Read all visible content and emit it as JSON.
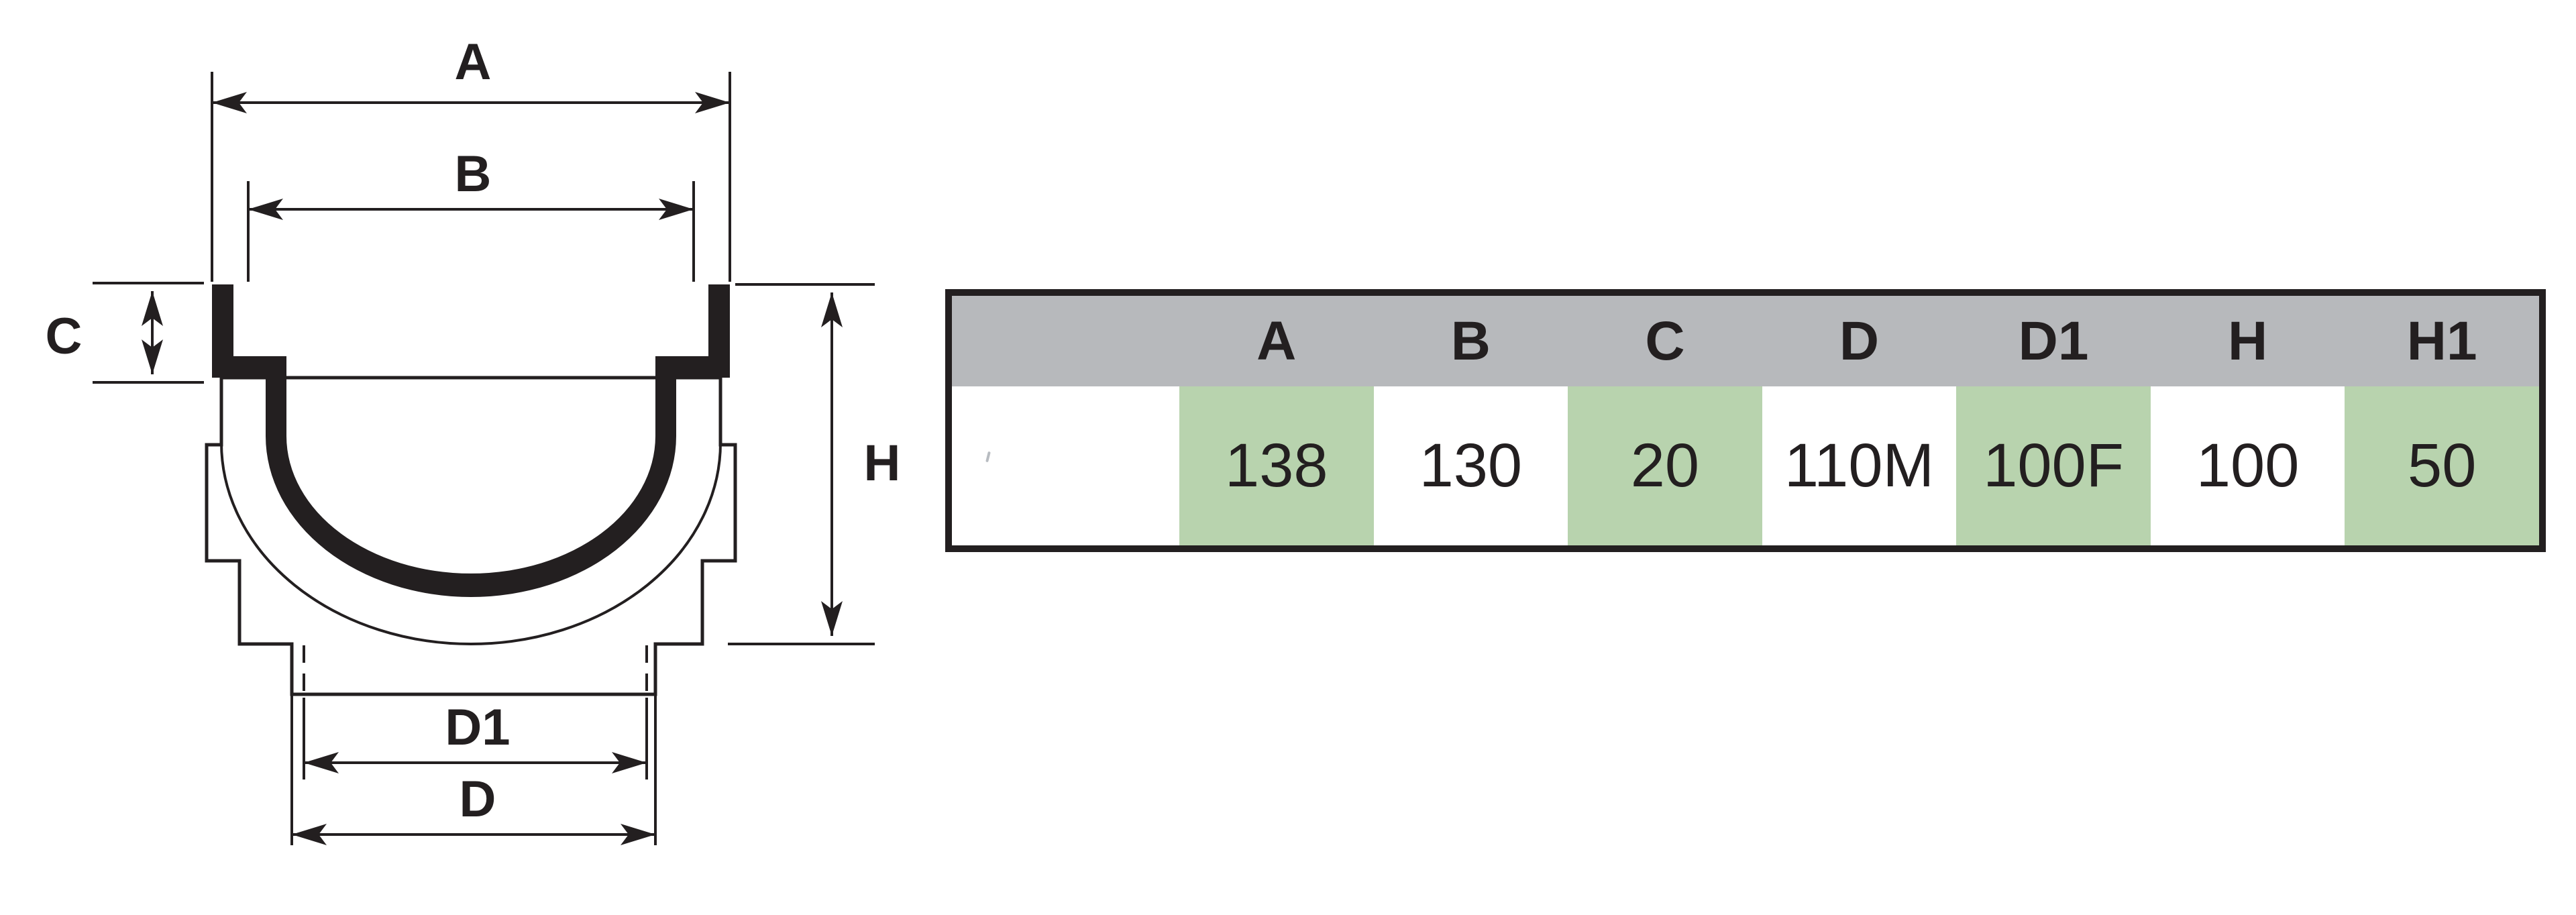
{
  "diagram": {
    "dim_labels": {
      "A": "A",
      "B": "B",
      "C": "C",
      "D": "D",
      "D1": "D1",
      "H": "H"
    },
    "ink_color": "#231f20"
  },
  "table": {
    "header": [
      "",
      "A",
      "B",
      "C",
      "D",
      "D1",
      "H",
      "H1"
    ],
    "row": [
      "",
      "138",
      "130",
      "20",
      "110M",
      "100F",
      "100",
      "50"
    ],
    "highlight_columns": [
      "A",
      "C",
      "D1",
      "H1"
    ],
    "colors": {
      "header_bg": "#b7b9bc",
      "highlight_green": "#b8d3ae",
      "border": "#231f20",
      "text": "#231f20"
    }
  }
}
